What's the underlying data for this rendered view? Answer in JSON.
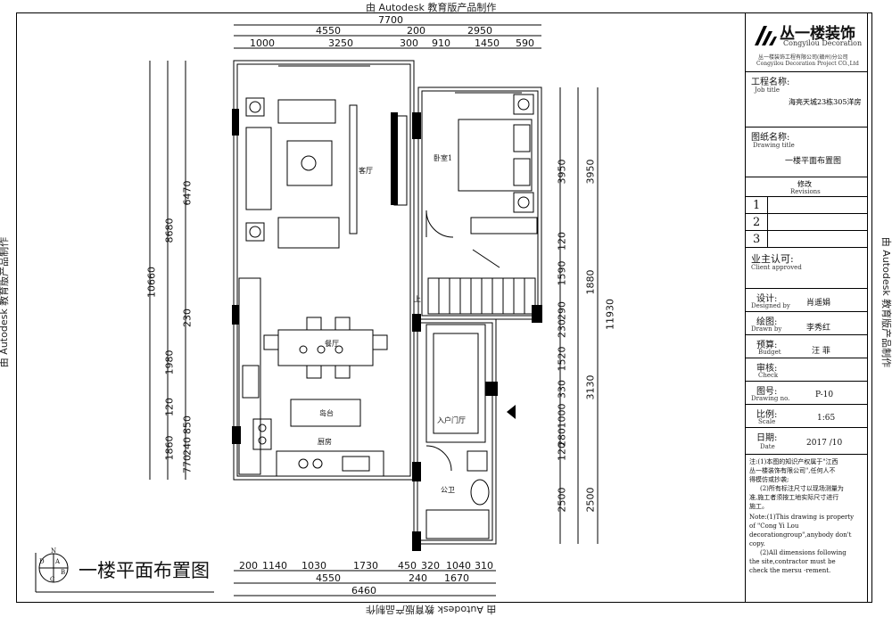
{
  "watermark": "由 Autodesk 教育版产品制作",
  "drawing_title": "一楼平面布置图",
  "dims": {
    "top_total": "7700",
    "top_row2": [
      "4550",
      "200",
      "2950"
    ],
    "top_row3": [
      "1000",
      "3250",
      "300",
      "910",
      "1450",
      "590"
    ],
    "bottom_row1": [
      "200",
      "1140",
      "1030",
      "1730",
      "450",
      "320",
      "1040",
      "310"
    ],
    "bottom_row2": [
      "4550",
      "240",
      "1670"
    ],
    "bottom_total": "6460",
    "left_total": "10660",
    "left_mid": [
      "8680",
      "1980"
    ],
    "left_inner": [
      "6470",
      "230",
      "120",
      "850",
      "1860",
      "240",
      "770"
    ],
    "right_outer": "11930",
    "right_a": [
      "3950",
      "1880",
      "3130",
      "2500"
    ],
    "right_b": [
      "3950",
      "120",
      "1590",
      "290",
      "230",
      "1520",
      "330",
      "1000",
      "280",
      "120",
      "2500"
    ]
  },
  "rooms": {
    "living": "客厅",
    "bedroom": "卧室1",
    "dining": "餐厅",
    "island": "岛台",
    "kitchen": "厨房",
    "foyer": "入户门厅",
    "bath": "公卫",
    "up": "上"
  },
  "north": {
    "n": "N",
    "d": "D",
    "a": "A",
    "b": "B",
    "c": "C"
  },
  "title_block": {
    "logo_cn": "丛一楼装饰",
    "logo_en": "Congyilou Decoration",
    "company_cn": "丛一楼装饰工程有限公司(赣州)分公司",
    "company_en": "Congyilou Decoration Project CO.,Ltd",
    "job_label": "工程名称:",
    "job_label_en": "Job title",
    "job_value": "海亮天城23栋305洋房",
    "dwg_label": "图纸名称:",
    "dwg_label_en": "Drawing title",
    "dwg_value": "一楼平面布置图",
    "rev_label": "修改",
    "rev_label_en": "Revisions",
    "rev_rows": [
      "1",
      "2",
      "3"
    ],
    "client_label": "业主认可:",
    "client_label_en": "Client approved",
    "design_label": "设计:",
    "design_label_en": "Designed by",
    "design_value": "肖遥娟",
    "drawn_label": "绘图:",
    "drawn_label_en": "Drawn by",
    "drawn_value": "李秀红",
    "budget_label": "预算:",
    "budget_label_en": "Budget",
    "budget_value": "汪 菲",
    "check_label": "审核:",
    "check_label_en": "Check",
    "no_label": "图号:",
    "no_label_en": "Drawing no.",
    "no_value": "P-10",
    "scale_label": "比例:",
    "scale_label_en": "Scale",
    "scale_value": "1:65",
    "date_label": "日期:",
    "date_label_en": "Date",
    "date_value": "2017 /10",
    "notes_cn": [
      "注:(1)本图的知识产权属于\"江西",
      "丛一楼装饰有限公司\",任何人不",
      "得模仿或抄袭;",
      "(2)所有标注尺寸以现场测量为",
      "准,施工者须按工地实际尺寸进行",
      "施工。"
    ],
    "notes_en": [
      "Note:(1)This drawing is property",
      "of \"Cong Yi Lou",
      "decorationgroup\",anybody don't",
      "copy.",
      "(2)All dimensions following",
      "the site,contractor must be",
      "check the mersu -rement."
    ]
  }
}
